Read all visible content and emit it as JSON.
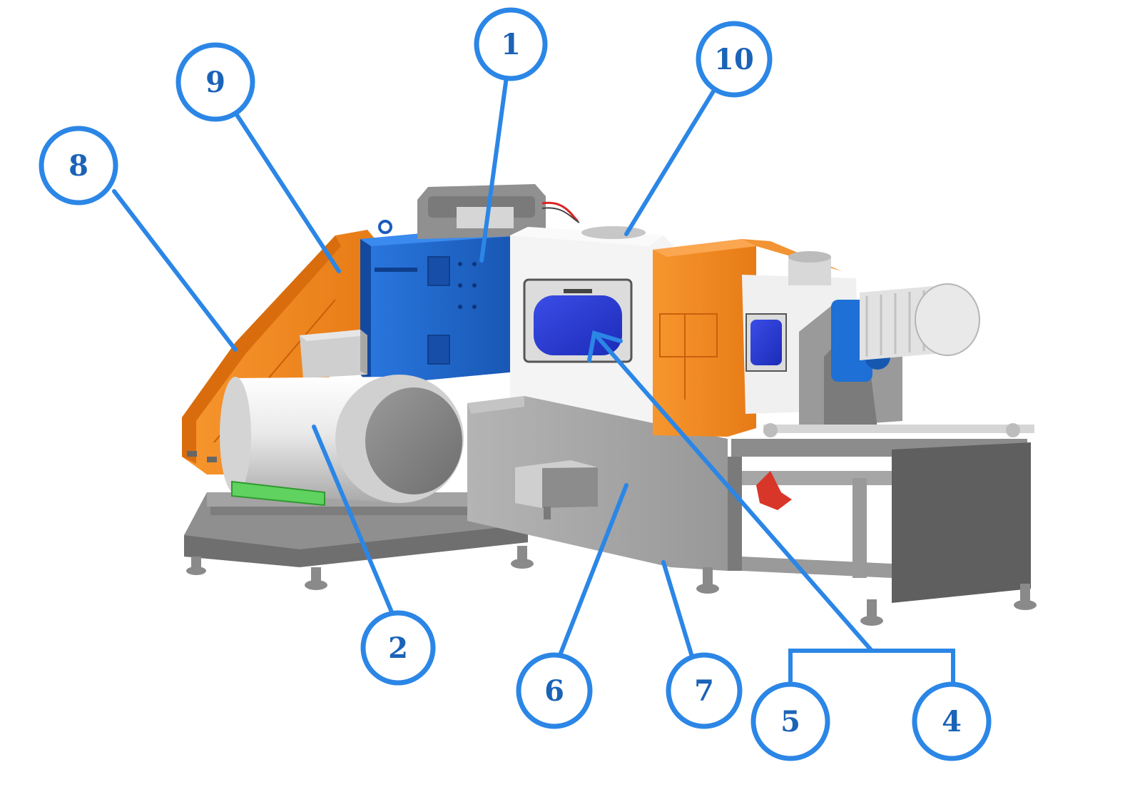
{
  "diagram": {
    "callouts": [
      {
        "id": "1",
        "label": "1"
      },
      {
        "id": "2",
        "label": "2"
      },
      {
        "id": "4",
        "label": "4"
      },
      {
        "id": "5",
        "label": "5"
      },
      {
        "id": "6",
        "label": "6"
      },
      {
        "id": "7",
        "label": "7"
      },
      {
        "id": "8",
        "label": "8"
      },
      {
        "id": "9",
        "label": "9"
      },
      {
        "id": "10",
        "label": "10"
      }
    ]
  },
  "colors": {
    "callout": "#2b86e6",
    "callout_text": "#1b63b7",
    "housing_blue": "#1c63c9",
    "guard_orange": "#f08a24",
    "frame_gray": "#8a8a8a",
    "panel_gray": "#a9a9a9",
    "motor_white": "#e6e6e6",
    "rail_green": "#5fd25f"
  }
}
